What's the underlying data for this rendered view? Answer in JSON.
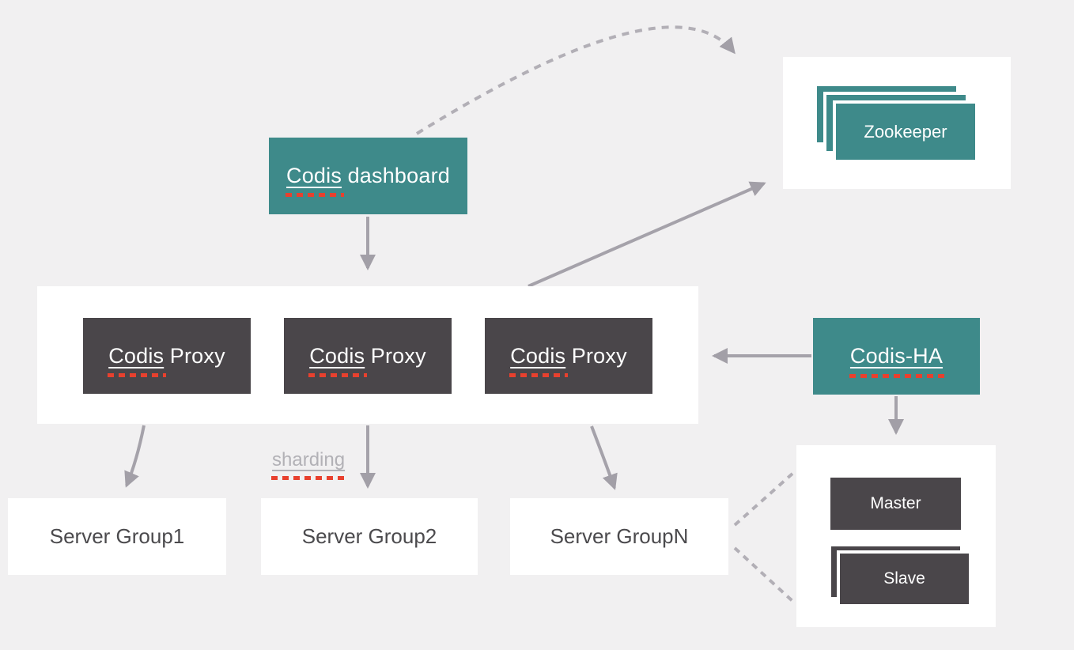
{
  "colors": {
    "bg": "#f1f0f1",
    "panel": "#ffffff",
    "teal": "#3e8a8a",
    "dark": "#4a464a",
    "arrow": "#a5a2aa",
    "dashed": "#b2afb6",
    "red": "#e8402e",
    "box-text": "#ffffff",
    "label-text": "#4b4a4d",
    "muted": "#b2b1b6"
  },
  "diagram": {
    "dashboard": {
      "word1": "Codis",
      "word2": "dashboard"
    },
    "zookeeper": {
      "label": "Zookeeper"
    },
    "proxies": [
      {
        "word1": "Codis",
        "word2": "Proxy"
      },
      {
        "word1": "Codis",
        "word2": "Proxy"
      },
      {
        "word1": "Codis",
        "word2": "Proxy"
      }
    ],
    "codis_ha": {
      "label": "Codis-HA"
    },
    "sharding": {
      "label": "sharding"
    },
    "server_groups": [
      {
        "label": "Server Group1"
      },
      {
        "label": "Server Group2"
      },
      {
        "label": "Server GroupN"
      }
    ],
    "ha_group": {
      "master": "Master",
      "slave": "Slave"
    }
  }
}
